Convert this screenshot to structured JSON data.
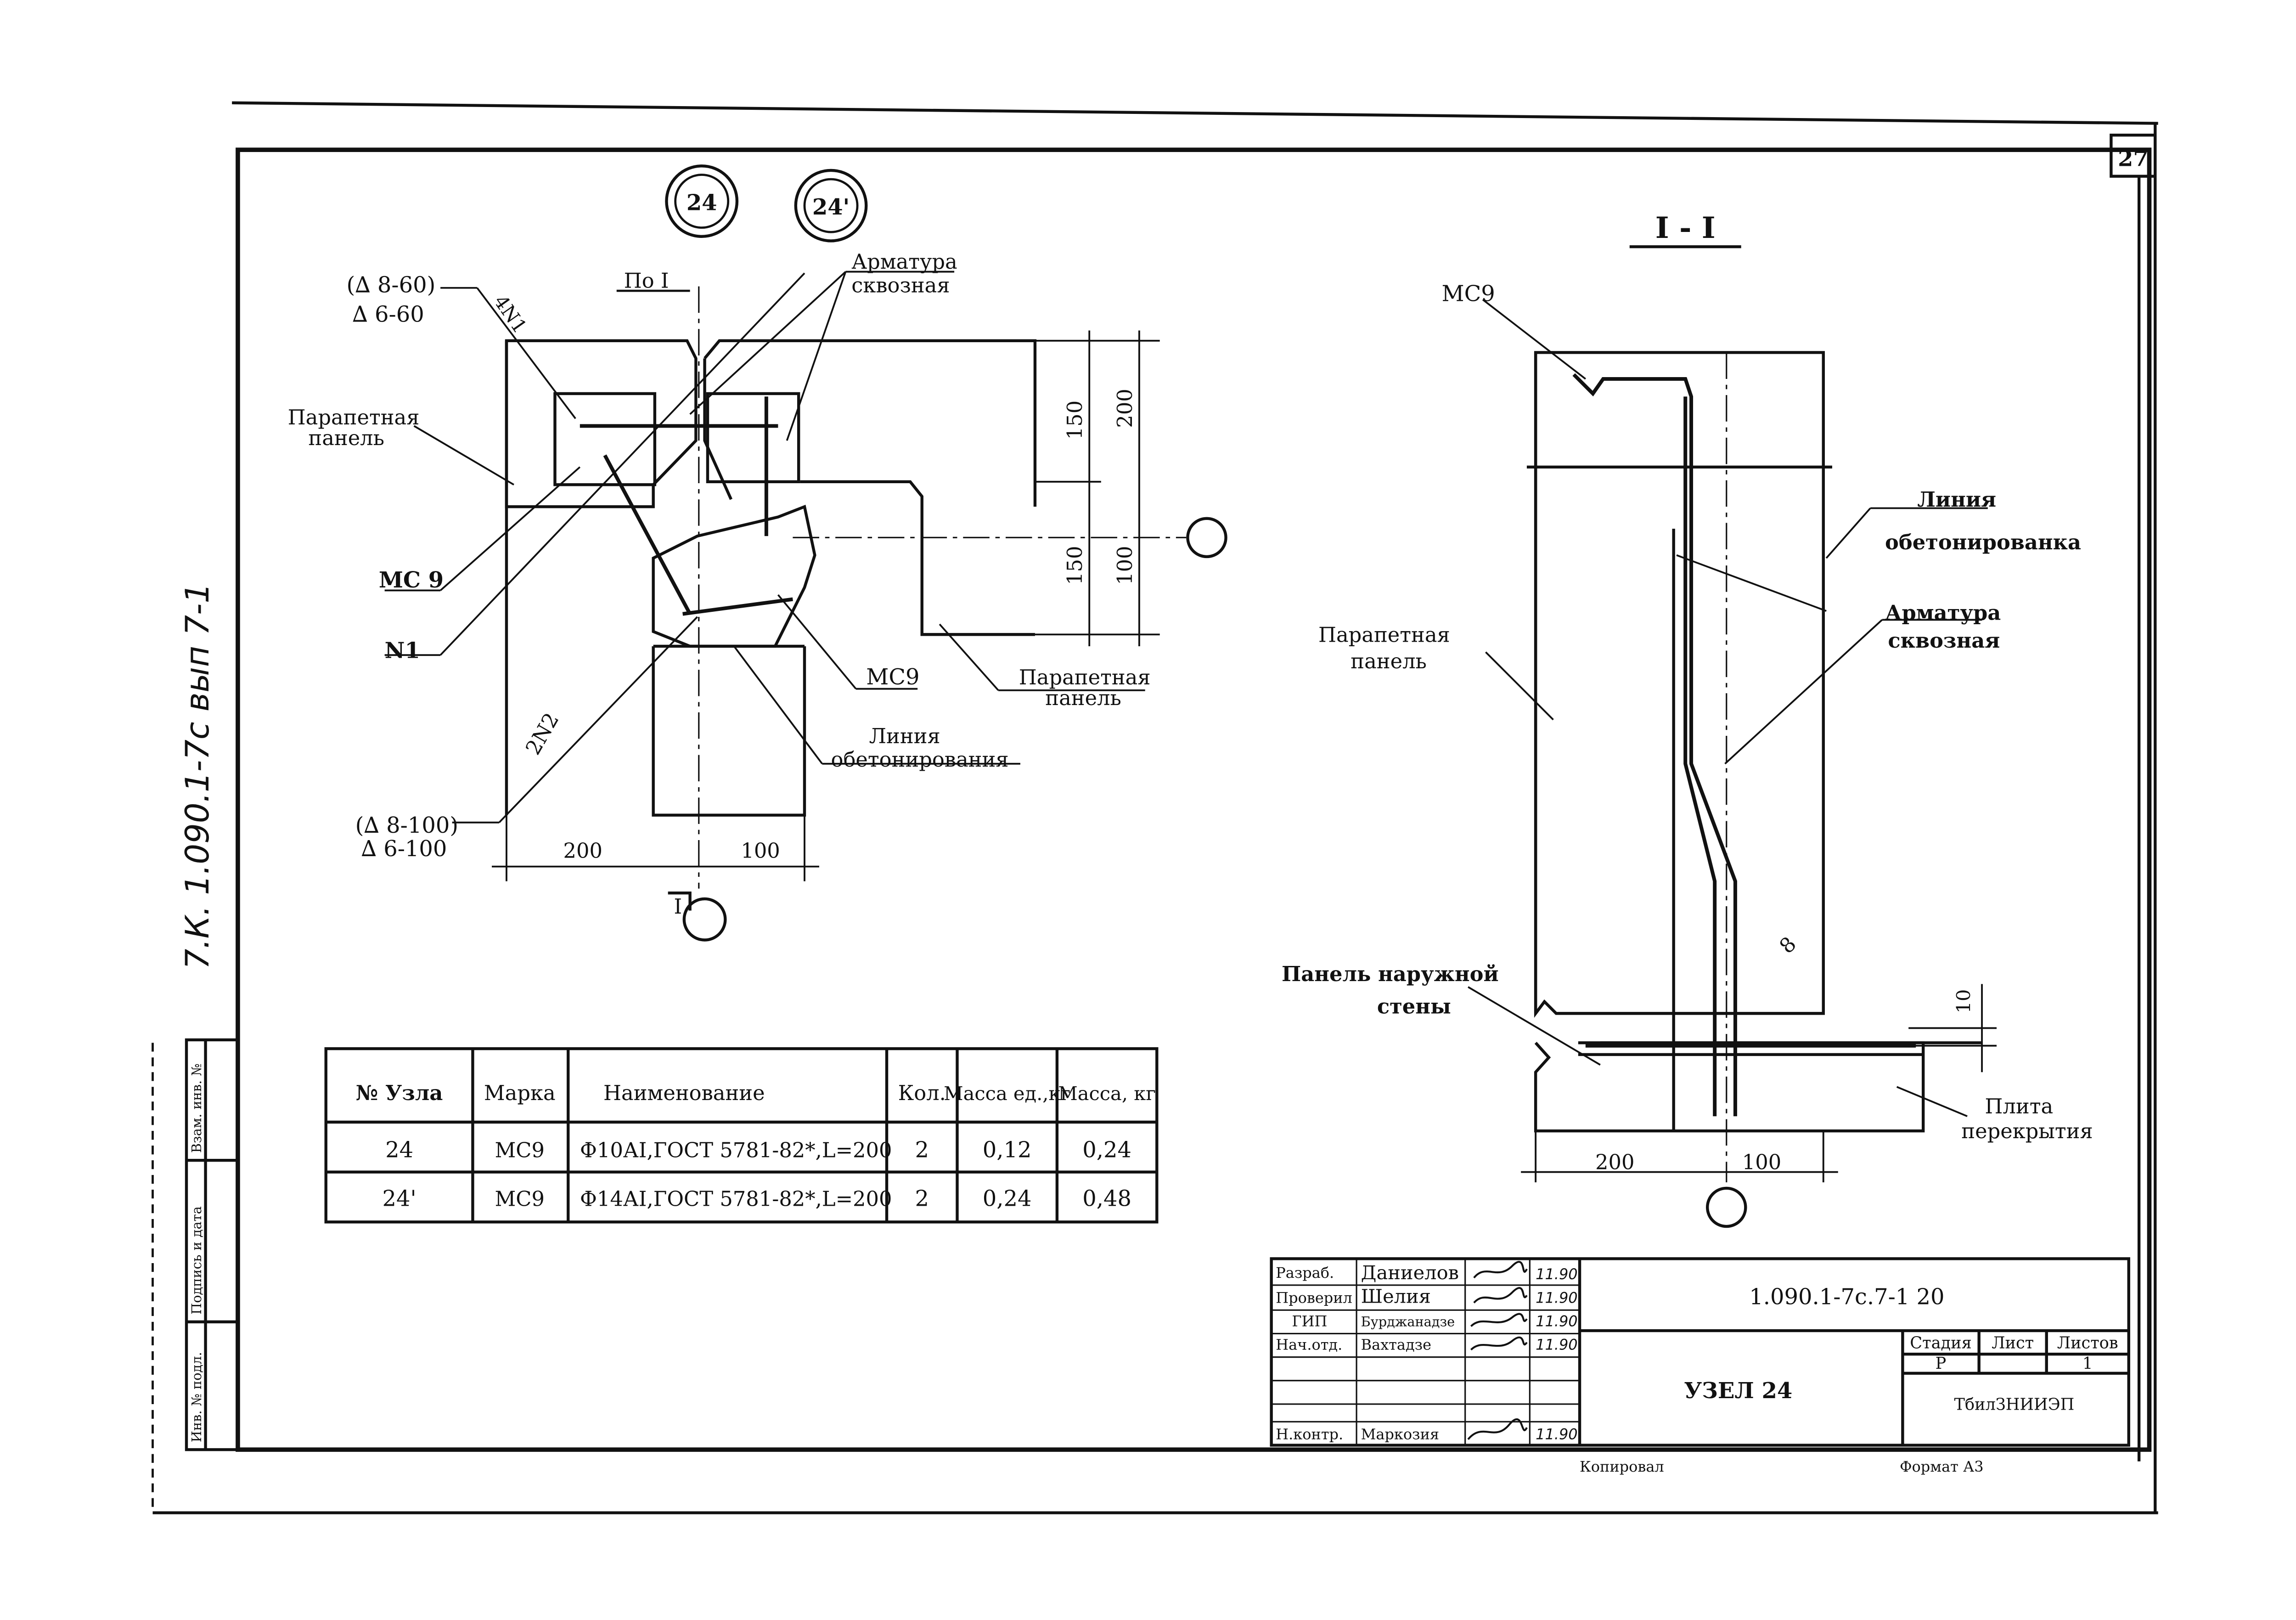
{
  "sheet_number": "27",
  "archive_note": "7.К. 1.090.1-7с вып 7-1",
  "callouts": {
    "node_24": "24",
    "node_24p": "24'"
  },
  "node_view": {
    "rebar_mesh_top": "(∆ 8-60)",
    "rebar_mesh_top_sub": "∆ 6-60",
    "pos_4n1": "4N1",
    "section_mark": "По I",
    "reinforcement_through_1": "Арматура",
    "reinforcement_through_2": "сквозная",
    "parapet_panel_1": "Парапетная",
    "parapet_panel_2": "панель",
    "mc9_left": "МС 9",
    "n1": "N1",
    "mc9_mid": "МС9",
    "parapet_panel_right_1": "Парапетная",
    "parapet_panel_right_2": "панель",
    "concreting_line_1": "Линия",
    "concreting_line_2": "обетонирования",
    "pos_2n2": "2N2",
    "rebar_mesh_bottom": "(∆ 8-100)",
    "rebar_mesh_bottom_sub": "∆ 6-100",
    "dim_150_top": "150",
    "dim_200_right": "200",
    "dim_150_bottom": "150",
    "dim_100_right": "100",
    "dim_200_bottom": "200",
    "dim_100_bottom": "100",
    "section_cut_label": "I"
  },
  "section_view": {
    "title": "I - I",
    "mc9": "МС9",
    "concreting_line_1": "Линия",
    "concreting_line_2": "обетонированка",
    "reinforcement_through_1": "Арматура",
    "reinforcement_through_2": "сквозная",
    "parapet_panel_1": "Парапетная",
    "parapet_panel_2": "панель",
    "outer_wall_panel_1": "Панель наружной",
    "outer_wall_panel_2": "стены",
    "slab_1": "Плита",
    "slab_2": "перекрытия",
    "dim_8": "8",
    "dim_10": "10",
    "dim_200": "200",
    "dim_100": "100"
  },
  "spec_table": {
    "headers": [
      "№ Узла",
      "Марка",
      "Наименование",
      "Кол.",
      "Масса ед.,кг",
      "Масса, кг"
    ],
    "rows": [
      [
        "24",
        "МС9",
        "Ф10АI,ГОСТ 5781-82*,L=200",
        "2",
        "0,12",
        "0,24"
      ],
      [
        "24'",
        "МС9",
        "Ф14АI,ГОСТ 5781-82*,L=200",
        "2",
        "0,24",
        "0,48"
      ]
    ]
  },
  "side_stamp": {
    "col1": "Взам. инв. №",
    "col2": "Подпись и дата",
    "col3": "Инв. № подл."
  },
  "title_block": {
    "roles": [
      "Разраб.",
      "Проверил",
      "ГИП",
      "Нач.отд.",
      "",
      "",
      "Н.контр."
    ],
    "names": [
      "Даниелов",
      "Шелия",
      "Бурджанадзе",
      "Вахтадзе",
      "",
      "",
      "Маркозия"
    ],
    "dates": [
      "11.90",
      "11.90",
      "11.90",
      "11.90",
      "",
      "",
      "11.90"
    ],
    "doc_code": "1.090.1-7с.7-1 20",
    "title": "УЗЕЛ 24",
    "stage_header": "Стадия",
    "sheet_header": "Лист",
    "sheets_header": "Листов",
    "stage_value": "Р",
    "sheets_value": "1",
    "org": "ТбилЗНИИЭП"
  },
  "footer": {
    "copied": "Копировал",
    "format": "Формат А3"
  }
}
